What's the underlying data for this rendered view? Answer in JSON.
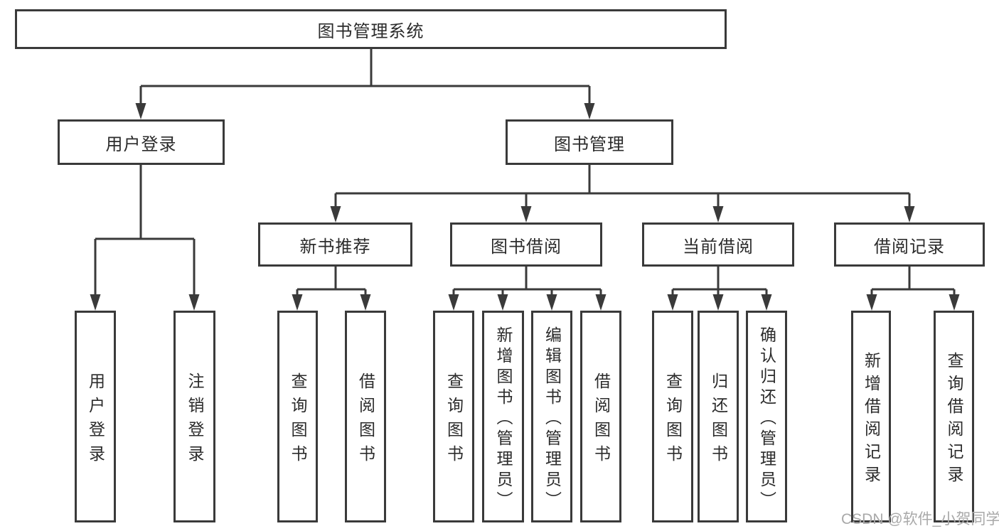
{
  "diagram": {
    "title": "图书管理系统",
    "root": {
      "label": "图书管理系统"
    },
    "level2": [
      {
        "label": "用户登录"
      },
      {
        "label": "图书管理"
      }
    ],
    "level3": [
      {
        "label": "新书推荐",
        "parent": "图书管理"
      },
      {
        "label": "图书借阅",
        "parent": "图书管理"
      },
      {
        "label": "当前借阅",
        "parent": "图书管理"
      },
      {
        "label": "借阅记录",
        "parent": "图书管理"
      }
    ],
    "leaves": [
      {
        "label": "用户登录",
        "parent": "用户登录"
      },
      {
        "label": "注销登录",
        "parent": "用户登录"
      },
      {
        "label": "查询图书",
        "parent": "新书推荐"
      },
      {
        "label": "借阅图书",
        "parent": "新书推荐"
      },
      {
        "label": "查询图书",
        "parent": "图书借阅"
      },
      {
        "label": "新增图书（管理员）",
        "parent": "图书借阅"
      },
      {
        "label": "编辑图书（管理员）",
        "parent": "图书借阅"
      },
      {
        "label": "借阅图书",
        "parent": "图书借阅"
      },
      {
        "label": "查询图书",
        "parent": "当前借阅"
      },
      {
        "label": "归还图书",
        "parent": "当前借阅"
      },
      {
        "label": "确认归还（管理员）",
        "parent": "当前借阅"
      },
      {
        "label": "新增借阅记录",
        "parent": "借阅记录"
      },
      {
        "label": "查询借阅记录",
        "parent": "借阅记录"
      }
    ],
    "colors": {
      "line": "#3a3a3a",
      "text": "#2b2b2b",
      "box_background": "#ffffff"
    }
  },
  "watermark": {
    "text": "CSDN @软件_小贺同学",
    "color": "#a9a9a9"
  }
}
